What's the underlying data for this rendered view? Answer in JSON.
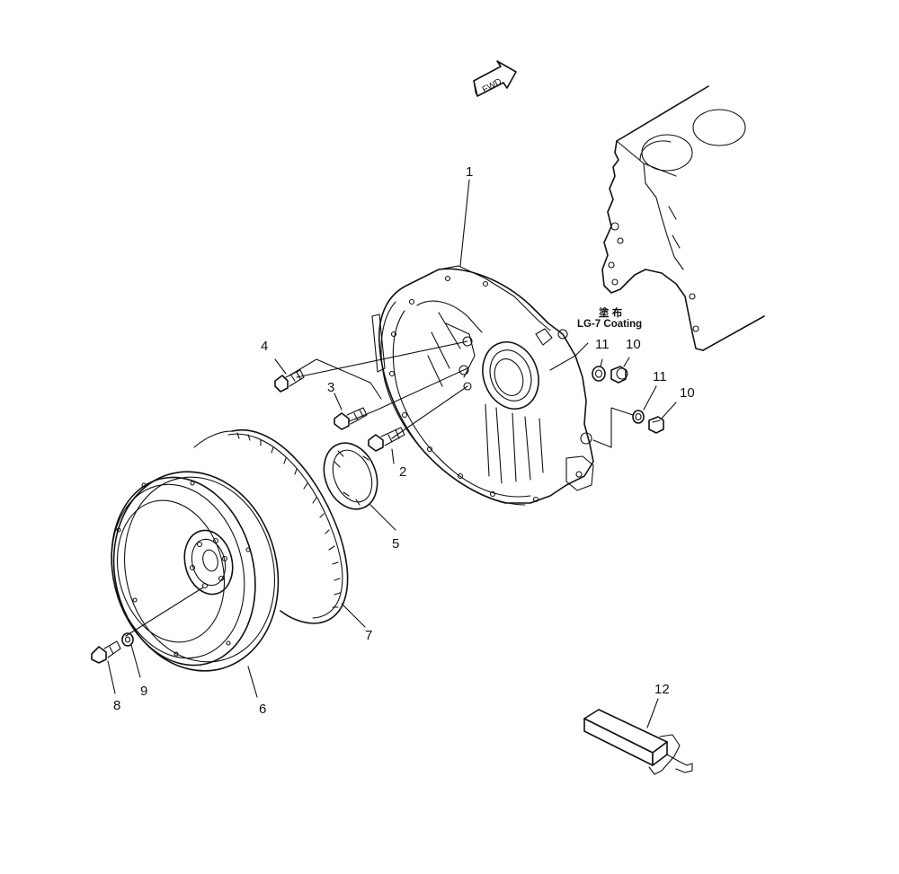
{
  "direction_arrow": {
    "label": "FWD"
  },
  "callouts": [
    {
      "id": "c1",
      "text": "1"
    },
    {
      "id": "c2",
      "text": "2"
    },
    {
      "id": "c3",
      "text": "3"
    },
    {
      "id": "c4",
      "text": "4"
    },
    {
      "id": "c5",
      "text": "5"
    },
    {
      "id": "c6",
      "text": "6"
    },
    {
      "id": "c7",
      "text": "7"
    },
    {
      "id": "c8",
      "text": "8"
    },
    {
      "id": "c9",
      "text": "9"
    },
    {
      "id": "c10a",
      "text": "10"
    },
    {
      "id": "c11a",
      "text": "11"
    },
    {
      "id": "c10b",
      "text": "10"
    },
    {
      "id": "c11b",
      "text": "11"
    },
    {
      "id": "c12",
      "text": "12"
    }
  ],
  "note": {
    "line1": "塗 布",
    "line2": "LG-7 Coating"
  }
}
